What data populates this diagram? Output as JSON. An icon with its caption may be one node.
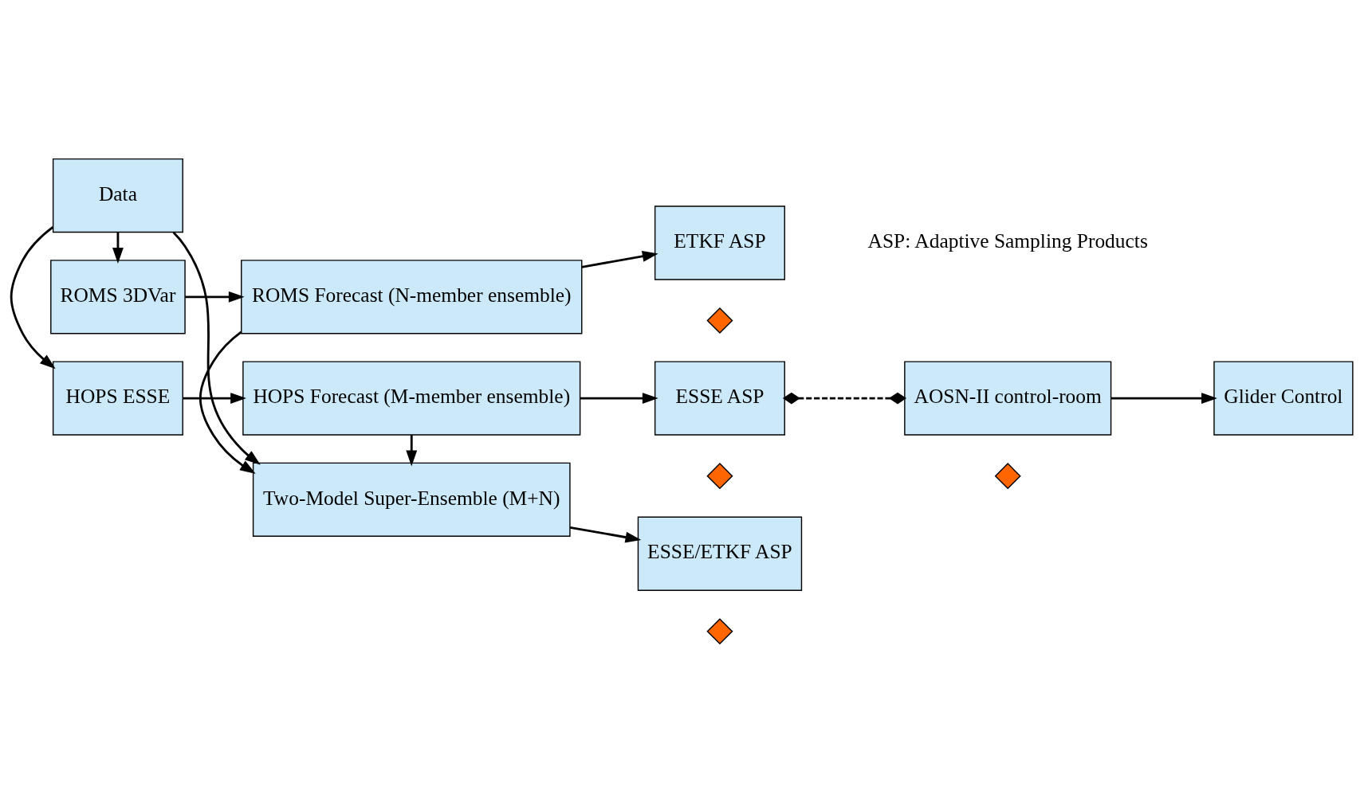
{
  "diagram": {
    "nodes": [
      {
        "text": [
          "HOPS ESSE"
        ]
      },
      {
        "text": [
          "HOPS Forecast (M-member ensemble)"
        ]
      },
      {
        "text": [
          "Data"
        ]
      },
      {
        "text": [
          "Two-Model Super-Ensemble (M+N)"
        ]
      },
      {
        "text": [
          "ROMS 3DVar"
        ]
      },
      {
        "text": [
          "ROMS Forecast (N-member ensemble)"
        ]
      },
      {
        "text": [
          "ESSE ASP"
        ]
      },
      {
        "text": [
          "ESSE/ETKF ASP"
        ]
      },
      {
        "text": [
          "ETKF ASP"
        ]
      },
      {
        "text": [
          "AOSN-II control-room"
        ]
      },
      {
        "text": [
          "Glider Control"
        ]
      },
      {
        "text": [],
        "shape": "diamond"
      },
      {
        "text": [],
        "shape": "diamond"
      },
      {
        "text": [],
        "shape": "diamond"
      },
      {
        "text": [],
        "shape": "diamond"
      }
    ],
    "edges": [
      {
        "from": 0,
        "to": 1,
        "arrow": "to"
      },
      {
        "from": 2,
        "to": 0,
        "arrow": "to"
      },
      {
        "from": 1,
        "to": 3,
        "arrow": "to"
      },
      {
        "from": 2,
        "to": 3,
        "arrow": "to"
      },
      {
        "from": 2,
        "to": 4,
        "arrow": "to"
      },
      {
        "from": 4,
        "to": 5,
        "arrow": "to"
      },
      {
        "from": 5,
        "to": 3,
        "arrow": "to"
      },
      {
        "from": 1,
        "to": 6,
        "arrow": "to"
      },
      {
        "from": 3,
        "to": 7,
        "arrow": "to"
      },
      {
        "from": 5,
        "to": 8,
        "arrow": "to"
      },
      {
        "from": 6,
        "to": 9,
        "arrow": "other",
        "style": "dashed"
      },
      {
        "from": 9,
        "to": 10,
        "arrow": "to"
      }
    ],
    "labels": [
      "ASP: Adaptive Sampling Products"
    ]
  }
}
